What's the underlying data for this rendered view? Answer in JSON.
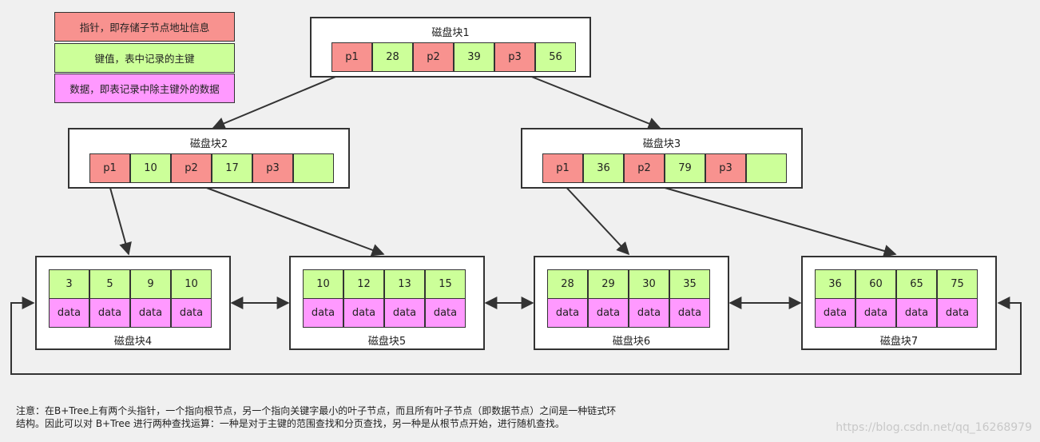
{
  "colors": {
    "pointer": "#f8928f",
    "key": "#ccff99",
    "data": "#ff99ff"
  },
  "legend": [
    {
      "label": "指针，即存储子节点地址信息",
      "color": "#f8928f"
    },
    {
      "label": "键值，表中记录的主键",
      "color": "#ccff99"
    },
    {
      "label": "数据，即表记录中除主键外的数据",
      "color": "#ff99ff"
    }
  ],
  "blocks": {
    "b1": {
      "title": "磁盘块1",
      "cells": [
        "p1",
        "28",
        "p2",
        "39",
        "p3",
        "56"
      ]
    },
    "b2": {
      "title": "磁盘块2",
      "cells": [
        "p1",
        "10",
        "p2",
        "17",
        "p3",
        ""
      ]
    },
    "b3": {
      "title": "磁盘块3",
      "cells": [
        "p1",
        "36",
        "p2",
        "79",
        "p3",
        ""
      ]
    },
    "b4": {
      "title": "磁盘块4",
      "keys": [
        "3",
        "5",
        "9",
        "10"
      ],
      "data": [
        "data",
        "data",
        "data",
        "data"
      ]
    },
    "b5": {
      "title": "磁盘块5",
      "keys": [
        "10",
        "12",
        "13",
        "15"
      ],
      "data": [
        "data",
        "data",
        "data",
        "data"
      ]
    },
    "b6": {
      "title": "磁盘块6",
      "keys": [
        "28",
        "29",
        "30",
        "35"
      ],
      "data": [
        "data",
        "data",
        "data",
        "data"
      ]
    },
    "b7": {
      "title": "磁盘块7",
      "keys": [
        "36",
        "60",
        "65",
        "75"
      ],
      "data": [
        "data",
        "data",
        "data",
        "data"
      ]
    }
  },
  "note": {
    "line1": "注意：在B+Tree上有两个头指针，一个指向根节点，另一个指向关键字最小的叶子节点，而且所有叶子节点（即数据节点）之间是一种链式环",
    "line2": "结构。因此可以对 B+Tree 进行两种查找运算：一种是对于主键的范围查找和分页查找，另一种是从根节点开始，进行随机查找。"
  },
  "watermark": "https://blog.csdn.net/qq_16268979"
}
